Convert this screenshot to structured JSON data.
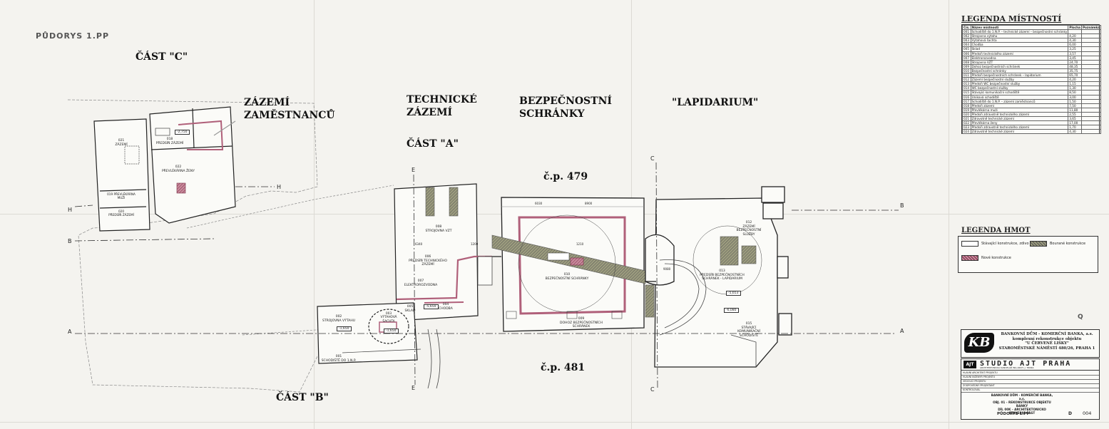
{
  "sheet_title": "PŮDORYS 1.PP",
  "zones": {
    "cast_c": "ČÁST \"C\"",
    "zazemi_line1": "ZÁZEMÍ",
    "zazemi_line2": "ZAMĚSTNANCŮ",
    "technicke_line1": "TECHNICKÉ",
    "technicke_line2": "ZÁZEMÍ",
    "cast_a": "ČÁST \"A\"",
    "bezpecnostni_line1": "BEZPEČNOSTNÍ",
    "bezpecnostni_line2": "SCHRÁNKY",
    "lapidarium": "\"LAPIDARIUM\"",
    "cast_b": "ČÁST \"B\"",
    "cp479": "č.p. 479",
    "cp481": "č.p. 481"
  },
  "section_marks": {
    "A": "A",
    "B": "B",
    "C": "C",
    "E": "E",
    "H": "H"
  },
  "rooms": [
    {
      "id": "001",
      "label": "001",
      "name": "SCHODIŠTĚ DO 1.N.P."
    },
    {
      "id": "002",
      "label": "002",
      "name": "STROJOVNA VÝTAHU"
    },
    {
      "id": "003",
      "label": "003",
      "name": "VÝTAHOVÁ ŠACHTA"
    },
    {
      "id": "004",
      "label": "004",
      "name": "CHODBA"
    },
    {
      "id": "005",
      "label": "005",
      "name": "SKLAD"
    },
    {
      "id": "006",
      "label": "006",
      "name": "PŘEDSÍŇ TECHNICKÉHO ZÁZEMÍ"
    },
    {
      "id": "007",
      "label": "007",
      "name": "ELEKTROROZVODNA"
    },
    {
      "id": "008",
      "label": "008",
      "name": "STROJOVNA VZT"
    },
    {
      "id": "009",
      "label": "009",
      "name": "DOHOZ BEZPEČNOSTNÍCH SCHRÁNEK"
    },
    {
      "id": "010",
      "label": "010",
      "name": "BEZPEČNOSTNÍ SCHRÁNKY"
    },
    {
      "id": "012",
      "label": "012",
      "name": "ZÁZEMÍ BEZPEČNOSTNÍ SLUŽBY"
    },
    {
      "id": "013",
      "label": "013",
      "name": "PŘEDSÍŇ BEZPEČNOSTNÍCH SCHRÁNEK - LAPIDARIUM"
    },
    {
      "id": "015",
      "label": "015",
      "name": "STÁVAJÍCÍ KOMUNIKAČNÍ SCHODIŠTĚ"
    },
    {
      "id": "018",
      "label": "018",
      "name": "PŘEDSÍŇ ZÁZEMÍ"
    },
    {
      "id": "019",
      "label": "019",
      "name": "PŘEVLÉKÁRNA MUŽI"
    },
    {
      "id": "020",
      "label": "020",
      "name": "PŘEDSÍŇ ZÁZEMÍ"
    },
    {
      "id": "021",
      "label": "021",
      "name": "ZÁZEMÍ"
    },
    {
      "id": "022",
      "label": "022",
      "name": "PŘEVLÉKÁRNA ŽENY"
    }
  ],
  "levels": {
    "l1": "-5,650",
    "l2": "-5,653",
    "l3": "-6,080",
    "l4": "-1,650",
    "l5": "-2,750",
    "l6": "-1,650"
  },
  "legend_rooms": {
    "title": "LEGENDA MÍSTNOSTÍ",
    "headers": [
      "Čís.",
      "Název místnosti",
      "Plocha",
      "Poznámka"
    ],
    "rows": [
      [
        "001",
        "Schodiště do 1.N.P. – technické zázemí – bezpečnostní schránky",
        "",
        ""
      ],
      [
        "002",
        "Strojovna výtahu",
        "4,20",
        ""
      ],
      [
        "003",
        "Výtahová šachta",
        "4,30",
        ""
      ],
      [
        "004",
        "Chodba",
        "6,00",
        ""
      ],
      [
        "005",
        "Sklad",
        "3,25",
        ""
      ],
      [
        "006",
        "Předsíň technického zázemí",
        "3,57",
        ""
      ],
      [
        "007",
        "Elektrorozvodna",
        "3,45",
        ""
      ],
      [
        "008",
        "Strojovna VZT",
        "24,70",
        ""
      ],
      [
        "009",
        "Dohoz bezpečnostních schránek",
        "48,35",
        ""
      ],
      [
        "010",
        "Bezpečnostní schránky",
        "35,75",
        ""
      ],
      [
        "011",
        "Předsíň bezpečnostních schránek – lapidarium",
        "65,70",
        ""
      ],
      [
        "012",
        "Zázemí bezpečnostní služby",
        "4,20",
        ""
      ],
      [
        "013",
        "Předsíň WC bezpečnostní služby",
        "1,15",
        ""
      ],
      [
        "014",
        "WC bezpečnostní služby",
        "1,30",
        ""
      ],
      [
        "015",
        "Stávající komunikační schodiště",
        "8,50",
        ""
      ],
      [
        "016",
        "Úniková schodiště",
        "3,00",
        ""
      ],
      [
        "017",
        "Schodiště do 1.N.P. – zázemí zaměstnanců",
        "1,50",
        ""
      ],
      [
        "018",
        "Předsíň zázemí",
        "7,50",
        ""
      ],
      [
        "019",
        "Převlékárna muži",
        "11,80",
        ""
      ],
      [
        "020",
        "Předsíň zdravotně technického zázemí",
        "2,55",
        ""
      ],
      [
        "021",
        "Zdravotně technické zázemí",
        "3,65",
        ""
      ],
      [
        "022",
        "Převlékárna ženy",
        "17,00",
        ""
      ],
      [
        "023",
        "Předsíň zdravotně technického zázemí",
        "1,70",
        ""
      ],
      [
        "024",
        "Zdravotně technické zázemí",
        "4,30",
        ""
      ]
    ]
  },
  "legend_materials": {
    "title": "LEGENDA HMOT",
    "items": [
      {
        "label": "Stávající konstrukce, zdivo",
        "color": "#ffffff"
      },
      {
        "label": "Bourané konstrukce",
        "color": "#8a8a6a"
      },
      {
        "label": "Nové konstrukce",
        "color": "#b0607a"
      }
    ]
  },
  "client": {
    "logo": "KB",
    "line1": "BANKOVNÍ DŮM - KOMERČNÍ BANKA, a.s.",
    "line2": "komplexní rekonstrukce objektu",
    "line3": "\"U ČERVENÉ LIŠKY\"",
    "line4": "STAROMĚSTSKÉ NÁMĚSTÍ 480/26, PRAHA 1"
  },
  "studio": {
    "logo": "AJT",
    "name": "STUDIO AJT PRAHA",
    "sub": "ARCHITEKTONICKÁ KANCELÁŘ ING.ARCH. J. TRNKA",
    "rows": [
      "HLAVNÍ ARCHITEKT PROJEKTU",
      "HLAVNÍ INŽENÝR PROJEKTU",
      "VEDOUCÍ PROJEKTU",
      "ZODPOVĚDNÝ PROJEKTANT",
      "KONTROLOVAL"
    ],
    "project_line1": "BANKOVNÍ DŮM - KOMERČNÍ BANKA, a.s.",
    "project_line2": "OBJ. 01 - REKONSTRUKCE OBJEKTU BANKY",
    "project_line3": "DÍL 00K - ARCHITEKTONICKO STAVEBNÍ ČÁST",
    "sheet_name": "PŮDORYS 1.PP",
    "d_label": "D",
    "number": "004"
  },
  "dims": {
    "d1": "6030",
    "d2": "8900",
    "d3": "6340",
    "d4": "1200",
    "d5": "9080",
    "d6": "1210"
  },
  "qmark": "Q"
}
